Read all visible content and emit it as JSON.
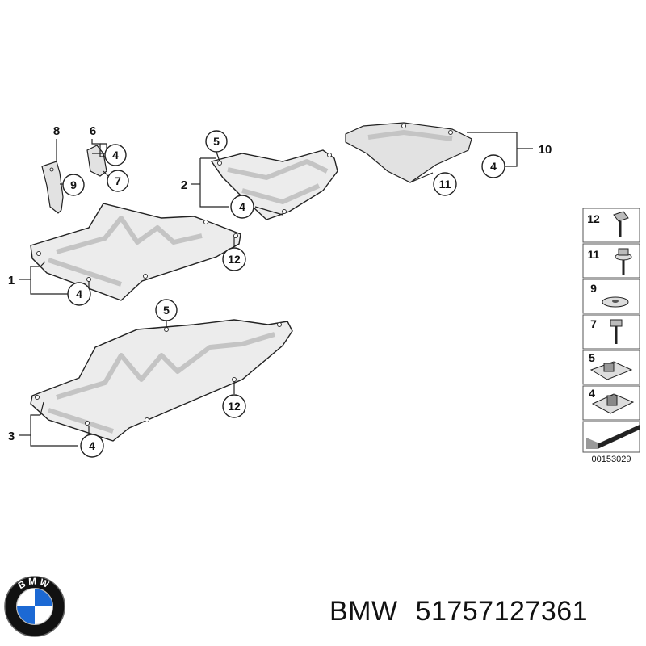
{
  "diagram": {
    "part_labels": {
      "p1": "1",
      "p2": "2",
      "p3": "3",
      "p6": "6",
      "p8": "8",
      "p10": "10"
    },
    "callouts": {
      "c4_a": "4",
      "c7": "7",
      "c9": "9",
      "c5_a": "5",
      "c4_b": "4",
      "c4_c": "4",
      "c11": "11",
      "c12_a": "12",
      "c4_d": "4",
      "c5_b": "5",
      "c12_b": "12",
      "c4_e": "4"
    },
    "legend": {
      "items": [
        "12",
        "11",
        "9",
        "7",
        "5",
        "4"
      ],
      "code": "00153029"
    }
  },
  "caption": {
    "brand": "BMW",
    "part_number": "51757127361"
  },
  "logo": {
    "letters": "BMW",
    "colors": {
      "blue": "#1c69d4",
      "white": "#ffffff",
      "ring": "#111111"
    }
  }
}
